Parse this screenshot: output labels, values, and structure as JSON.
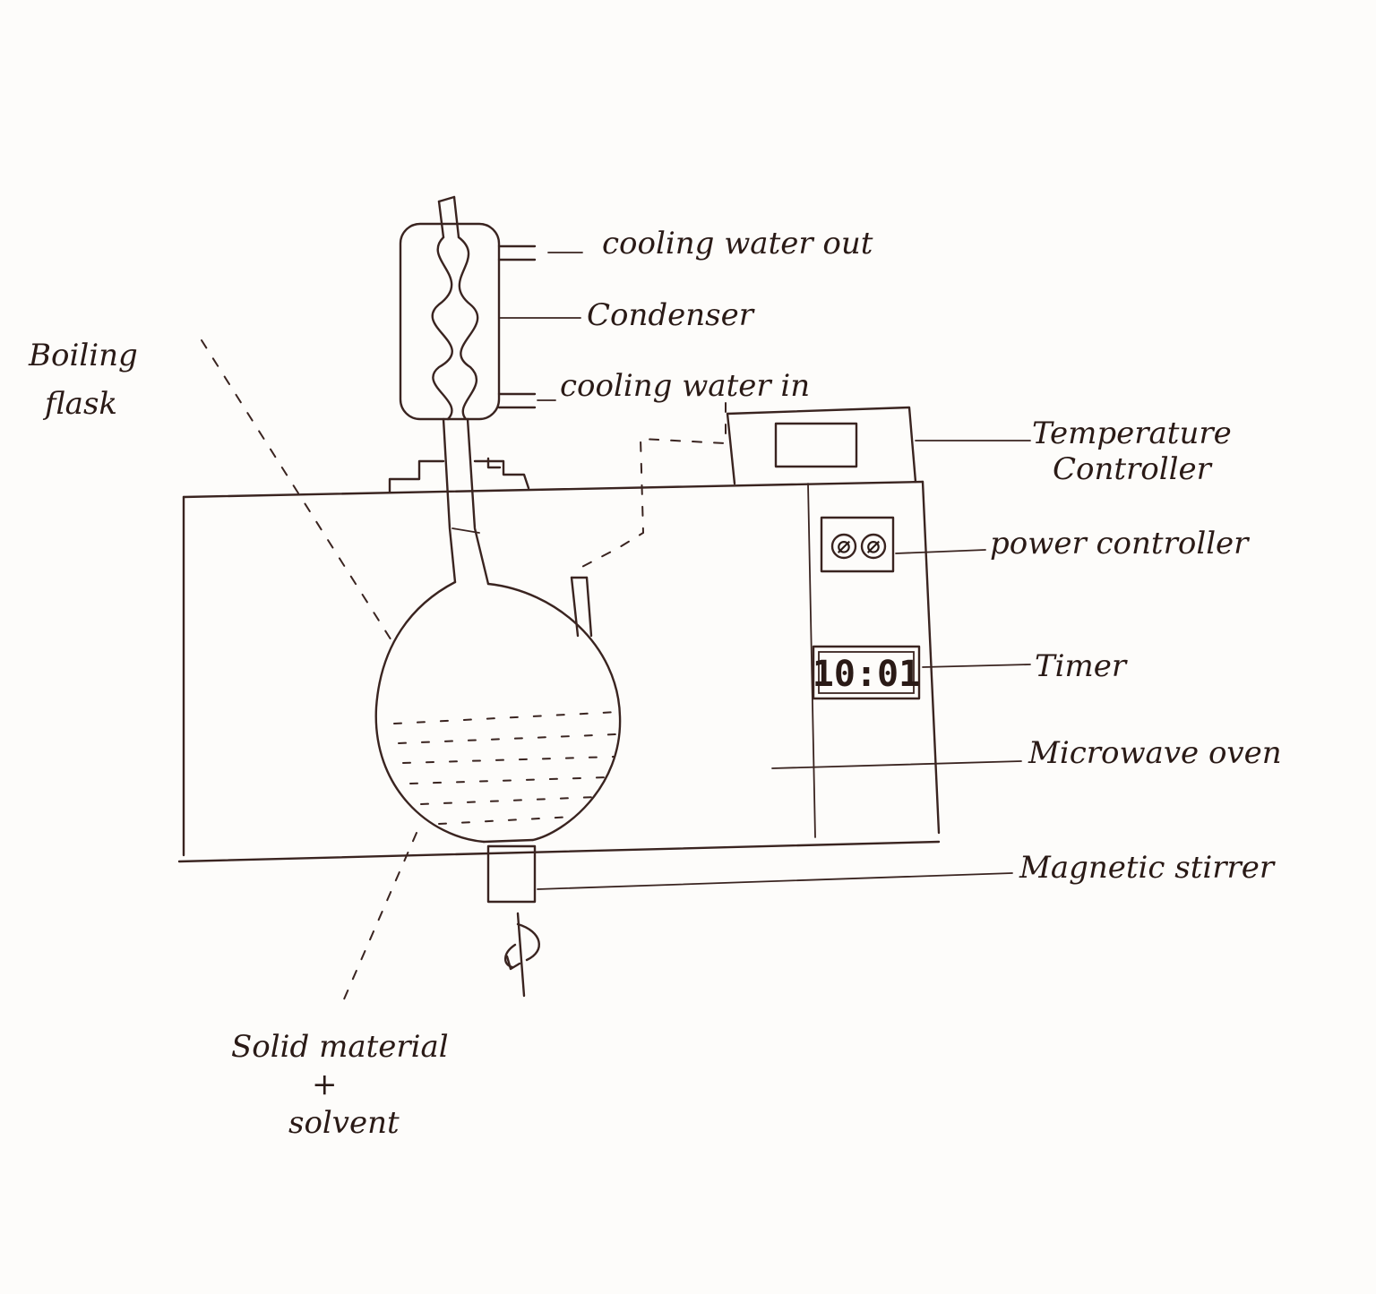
{
  "diagram": {
    "labels": {
      "cooling_water_out": "cooling water out",
      "condenser": "Condenser",
      "cooling_water_in": "cooling water in",
      "boiling_flask_line1": "Boiling",
      "boiling_flask_line2": "flask",
      "temperature_controller_line1": "Temperature",
      "temperature_controller_line2": "Controller",
      "power_controller": "power controller",
      "timer": "Timer",
      "microwave_oven": "Microwave oven",
      "magnetic_stirrer": "Magnetic stirrer",
      "solid_material_line1": "Solid material",
      "solid_material_plus": "+",
      "solid_material_line2": "solvent"
    },
    "timer_display": "10:01",
    "power_knobs": [
      "∅",
      "∅"
    ]
  }
}
